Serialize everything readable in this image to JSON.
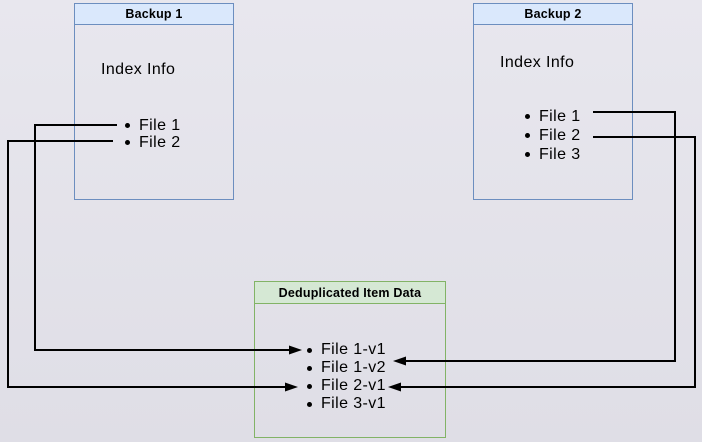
{
  "diagram": {
    "backup1": {
      "title": "Backup 1",
      "subtitle": "Index Info",
      "items": [
        "File 1",
        "File 2"
      ]
    },
    "backup2": {
      "title": "Backup 2",
      "subtitle": "Index Info",
      "items": [
        "File 1",
        "File 2",
        "File 3"
      ]
    },
    "dedup": {
      "title": "Deduplicated Item Data",
      "items": [
        "File 1-v1",
        "File 1-v2",
        "File 2-v1",
        "File 3-v1"
      ]
    }
  },
  "edges": [
    {
      "from": "Backup 1 / File 1",
      "to": "Deduplicated Item Data / File 1-v1"
    },
    {
      "from": "Backup 1 / File 2",
      "to": "Deduplicated Item Data / File 2-v1"
    },
    {
      "from": "Backup 2 / File 1",
      "to": "Deduplicated Item Data / File 1-v2"
    },
    {
      "from": "Backup 2 / File 2",
      "to": "Deduplicated Item Data / File 2-v1"
    }
  ],
  "colors": {
    "background_top": "#e8e7ee",
    "background_bottom": "#dfdee6",
    "blue_border": "#6c8ebf",
    "blue_fill": "#dae8fc",
    "green_border": "#82b366",
    "green_fill": "#d5e8d4",
    "arrow": "#000000",
    "text": "#000000"
  }
}
